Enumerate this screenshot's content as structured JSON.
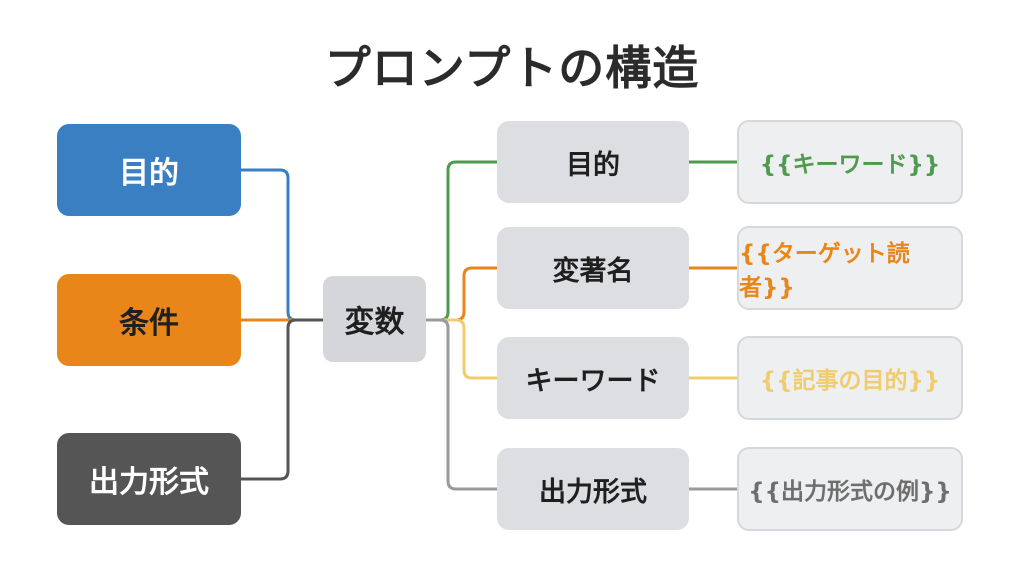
{
  "title": "プロンプトの構造",
  "colors": {
    "blue": "#3a7fc1",
    "orange": "#e8861a",
    "dark_gray": "#555555",
    "green": "#4f9a4f",
    "yellow": "#f0cc6e",
    "gray_line": "#9a9a9a"
  },
  "left_nodes": [
    {
      "label": "目的"
    },
    {
      "label": "条件"
    },
    {
      "label": "出力形式"
    }
  ],
  "center_node": {
    "label": "変数"
  },
  "variables": [
    {
      "name": "目的",
      "value": "{{キーワード}}"
    },
    {
      "name": "変著名",
      "value": "{{ターゲット読者}}"
    },
    {
      "name": "キーワード",
      "value": "{{記事の目的}}"
    },
    {
      "name": "出力形式",
      "value": "{{出力形式の例}}"
    }
  ]
}
